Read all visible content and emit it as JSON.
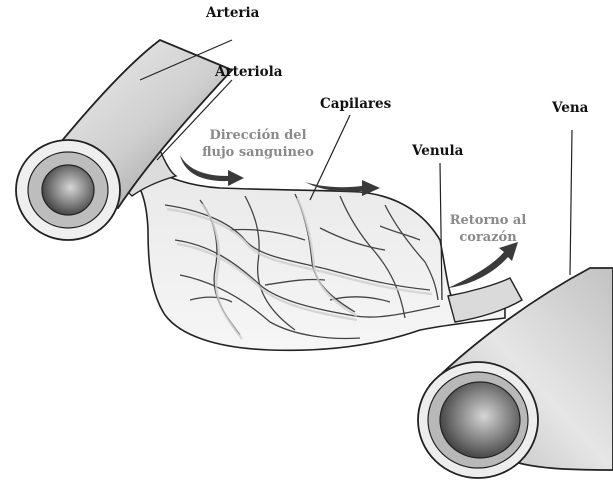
{
  "labels": {
    "arteria": "Arteria",
    "arteriola": "Arteriola",
    "capilares": "Capilares",
    "venula": "Venula",
    "vena": "Vena",
    "direccion_line1": "Dirección del",
    "direccion_line2": "flujo sanguineo",
    "retorno_line1": "Retorno al",
    "retorno_line2": "corazón"
  },
  "colors": {
    "label_text": "#111111",
    "flow_text": "#8a8a8a",
    "outline": "#222222",
    "vessel_shade": "#9a9a9a",
    "arrow": "#3a3a3a"
  }
}
